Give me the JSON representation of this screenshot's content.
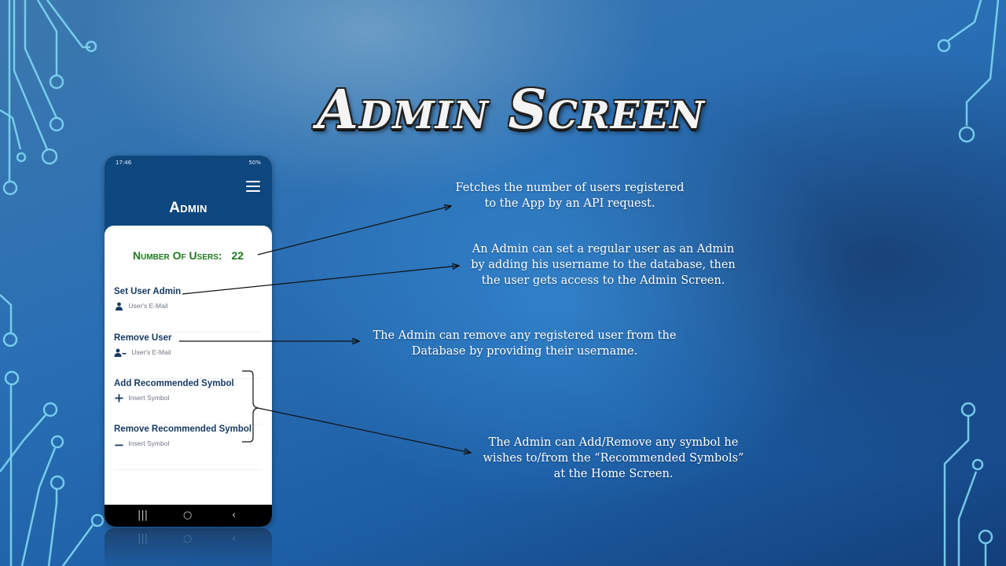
{
  "slide": {
    "title": "Admin Screen"
  },
  "phone": {
    "status_time": "17:46",
    "status_right": "50%",
    "app_title": "Admin",
    "users_label": "Number Of Users:",
    "users_count": "22",
    "actions": [
      {
        "label": "Set User Admin",
        "placeholder": "User's E-Mail",
        "icon": "user-admin-icon"
      },
      {
        "label": "Remove User",
        "placeholder": "User's E-Mail",
        "icon": "user-minus-icon"
      },
      {
        "label": "Add Recommended Symbol",
        "placeholder": "Insert Symbol",
        "icon": "plus-icon"
      },
      {
        "label": "Remove Recommended Symbol",
        "placeholder": "Insert Symbol",
        "icon": "minus-icon"
      }
    ],
    "nav": {
      "recents": "|||",
      "home": "○",
      "back": "‹"
    }
  },
  "annotations": [
    {
      "lines": [
        "Fetches the number of users registered",
        "to the App by an API request."
      ]
    },
    {
      "lines": [
        "An Admin can set a regular user as an Admin",
        "by adding his username to the database, then",
        "the user gets access to the Admin Screen."
      ]
    },
    {
      "lines": [
        "The Admin can remove any registered user from the",
        "Database by providing their username."
      ]
    },
    {
      "lines": [
        "The Admin can Add/Remove any symbol he",
        "wishes to/from the “Recommended Symbols”",
        "at the Home Screen."
      ]
    }
  ],
  "colors": {
    "header": "#0e477e",
    "users_text": "#1d7a1d",
    "label_text": "#163a63"
  }
}
